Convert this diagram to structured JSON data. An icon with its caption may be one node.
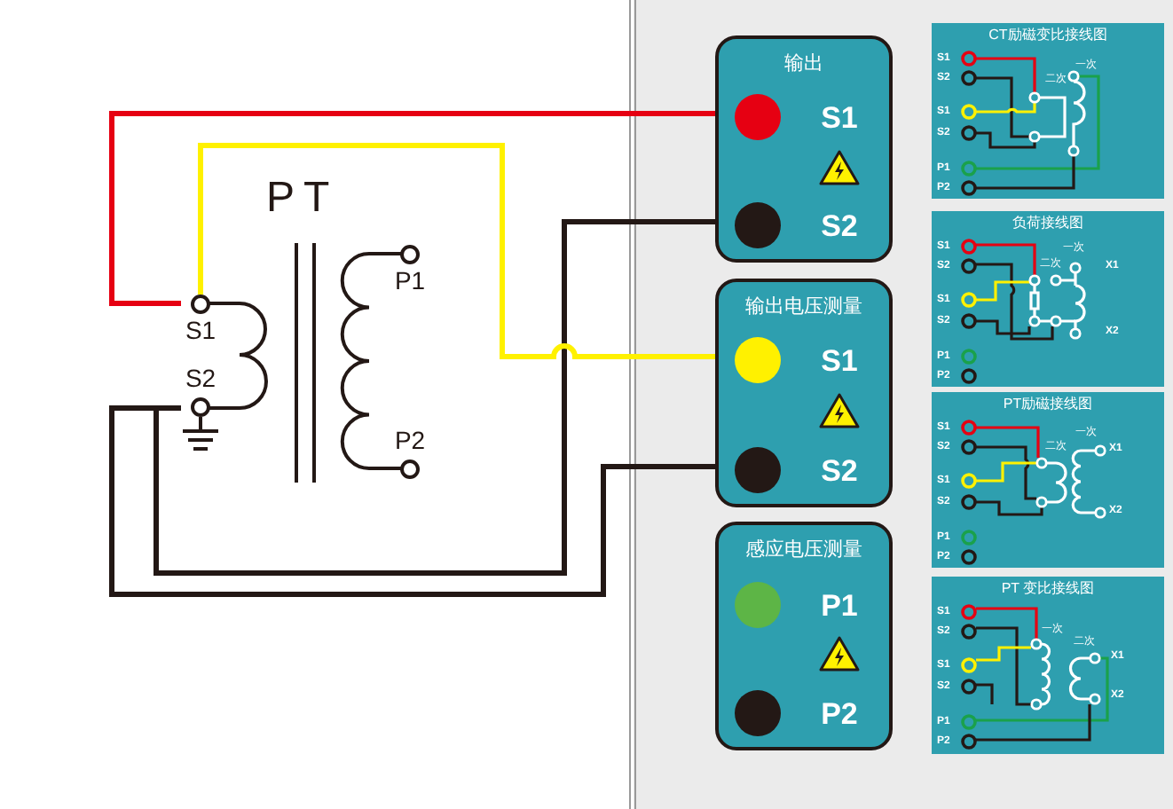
{
  "diagram": {
    "nodes": [
      {
        "text": [
          "PT"
        ]
      },
      {
        "text": [
          "S1"
        ],
        "in": 0
      },
      {
        "text": [
          "S2"
        ],
        "in": 0
      },
      {
        "text": [
          "P1"
        ],
        "in": 0
      },
      {
        "text": [
          "P2"
        ],
        "in": 0
      },
      {
        "text": [
          "输出"
        ]
      },
      {
        "text": [
          "S1"
        ],
        "in": 5
      },
      {
        "text": [
          "S2"
        ],
        "in": 5
      },
      {
        "text": [
          "输出电压测量"
        ]
      },
      {
        "text": [
          "S1"
        ],
        "in": 8
      },
      {
        "text": [
          "S2"
        ],
        "in": 8
      },
      {
        "text": [
          "感应电压测量"
        ]
      },
      {
        "text": [
          "P1"
        ],
        "in": 11
      },
      {
        "text": [
          "P2"
        ],
        "in": 11
      },
      {
        "text": [
          "CT励磁变比接线图",
          "S1",
          "S2",
          "S1",
          "S2",
          "P1",
          "P2",
          "二次",
          "一次"
        ]
      },
      {
        "text": [
          "负荷接线图",
          "S1",
          "S2",
          "S1",
          "S2",
          "P1",
          "P2",
          "一次",
          "二次",
          "X1",
          "X2"
        ]
      },
      {
        "text": [
          "PT励磁接线图",
          "S1",
          "S2",
          "S1",
          "S2",
          "P1",
          "P2",
          "一次",
          "二次",
          "X1",
          "X2"
        ]
      },
      {
        "text": [
          "PT 变比接线图",
          "S1",
          "S2",
          "S1",
          "S2",
          "P1",
          "P2",
          "一次",
          "二次",
          "X1",
          "X2"
        ]
      }
    ],
    "edges": [
      {
        "from": 6,
        "to": 1,
        "arrow": "none",
        "color": "#e60012"
      },
      {
        "from": 7,
        "to": 2,
        "arrow": "none"
      },
      {
        "from": 9,
        "to": 1,
        "arrow": "none",
        "color": "#fff100"
      },
      {
        "from": 10,
        "to": 2,
        "arrow": "none"
      }
    ]
  }
}
